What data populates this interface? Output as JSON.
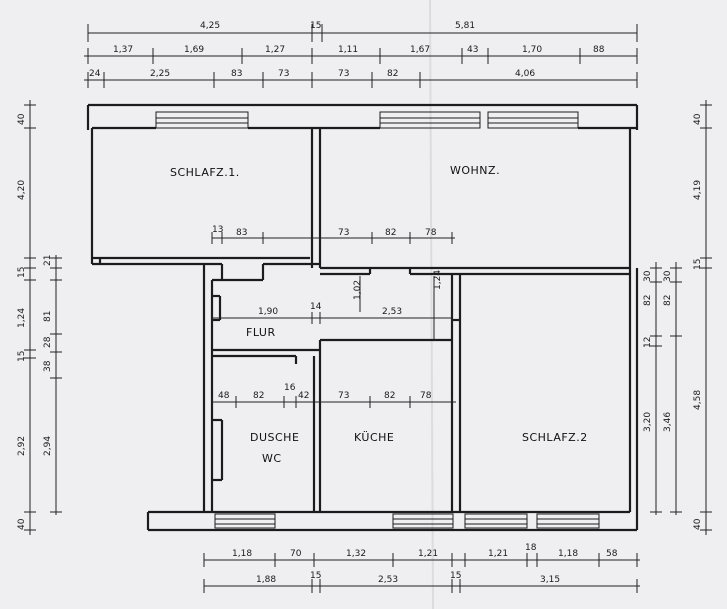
{
  "rooms": {
    "schlafz1": "SCHLAFZ.1.",
    "wohnz": "WOHNZ.",
    "flur": "FLUR",
    "dusche": "DUSCHE",
    "wc": "WC",
    "kueche": "KÜCHE",
    "schlafz2": "SCHLAFZ.2"
  },
  "top_dims": {
    "row1": [
      "4,25",
      "15",
      "5,81"
    ],
    "row2": [
      "1,37",
      "1,69",
      "1,27",
      "1,11",
      "1,67",
      "43",
      "1,70",
      "88"
    ],
    "row3": [
      "24",
      "2,25",
      "83",
      "73",
      "73",
      "82",
      "4,06"
    ]
  },
  "inner_dims": {
    "upper": [
      "13",
      "83",
      "73",
      "82",
      "78"
    ],
    "flur": [
      "1,90",
      "14",
      "1,02",
      "2,53",
      "1,24"
    ],
    "lower": [
      "48",
      "82",
      "16",
      "42",
      "73",
      "82",
      "78"
    ]
  },
  "left_dims": {
    "outer": [
      "40",
      "4,20",
      "21",
      "15",
      "1,24",
      "15",
      "2,92",
      "40"
    ],
    "inner": [
      "81",
      "28",
      "38",
      "2,94"
    ]
  },
  "right_dims": {
    "inner": [
      "30",
      "82",
      "12",
      "3,20"
    ],
    "mid": [
      "30",
      "82",
      "3,46"
    ],
    "outer": [
      "40",
      "4,19",
      "15",
      "4,58",
      "40"
    ]
  },
  "bottom_dims": {
    "row1": [
      "1,18",
      "70",
      "1,32",
      "1,21",
      "1,21",
      "18",
      "1,18",
      "58"
    ],
    "row2": [
      "1,88",
      "15",
      "2,53",
      "15",
      "3,15"
    ]
  }
}
